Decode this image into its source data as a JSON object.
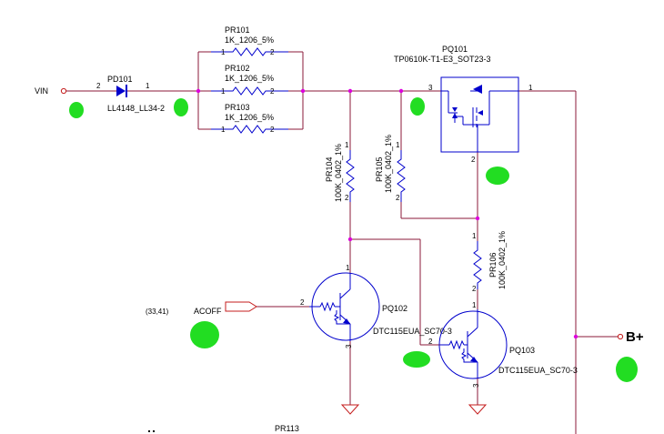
{
  "colors": {
    "wire": "#8b1a3a",
    "part": "#0000cc",
    "junction": "#dd00dd",
    "connector": "#c41c1c",
    "marker": "#22dd22",
    "text": "#000000"
  },
  "nets": {
    "vin": "VIN",
    "bplus": "B+",
    "acoff": "ACOFF",
    "acoff_ref": "(33,41)"
  },
  "parts": {
    "pd101": {
      "ref": "PD101",
      "value": "LL4148_LL34-2",
      "pin_a": "2",
      "pin_k": "1"
    },
    "pr101": {
      "ref": "PR101",
      "value": "1K_1206_5%",
      "pin1": "1",
      "pin2": "2"
    },
    "pr102": {
      "ref": "PR102",
      "value": "1K_1206_5%",
      "pin1": "1",
      "pin2": "2"
    },
    "pr103": {
      "ref": "PR103",
      "value": "1K_1206_5%",
      "pin1": "1",
      "pin2": "2"
    },
    "pq101": {
      "ref": "PQ101",
      "value": "TP0610K-T1-E3_SOT23-3",
      "pin_s": "3",
      "pin_d": "1",
      "pin_g": "2"
    },
    "pr104": {
      "ref": "PR104",
      "value": "100K_0402_1%",
      "pin1": "1",
      "pin2": "2"
    },
    "pr105": {
      "ref": "PR105",
      "value": "100K_0402_1%",
      "pin1": "1",
      "pin2": "2"
    },
    "pr106": {
      "ref": "PR106",
      "value": "100K_0402_1%",
      "pin1": "1",
      "pin2": "2"
    },
    "pq102": {
      "ref": "PQ102",
      "value": "DTC115EUA_SC70-3",
      "pin_c": "1",
      "pin_b": "2",
      "pin_e": "3"
    },
    "pq103": {
      "ref": "PQ103",
      "value": "DTC115EUA_SC70-3",
      "pin_c": "1",
      "pin_b": "2",
      "pin_e": "3"
    },
    "pr113": {
      "ref": "PR113"
    }
  }
}
